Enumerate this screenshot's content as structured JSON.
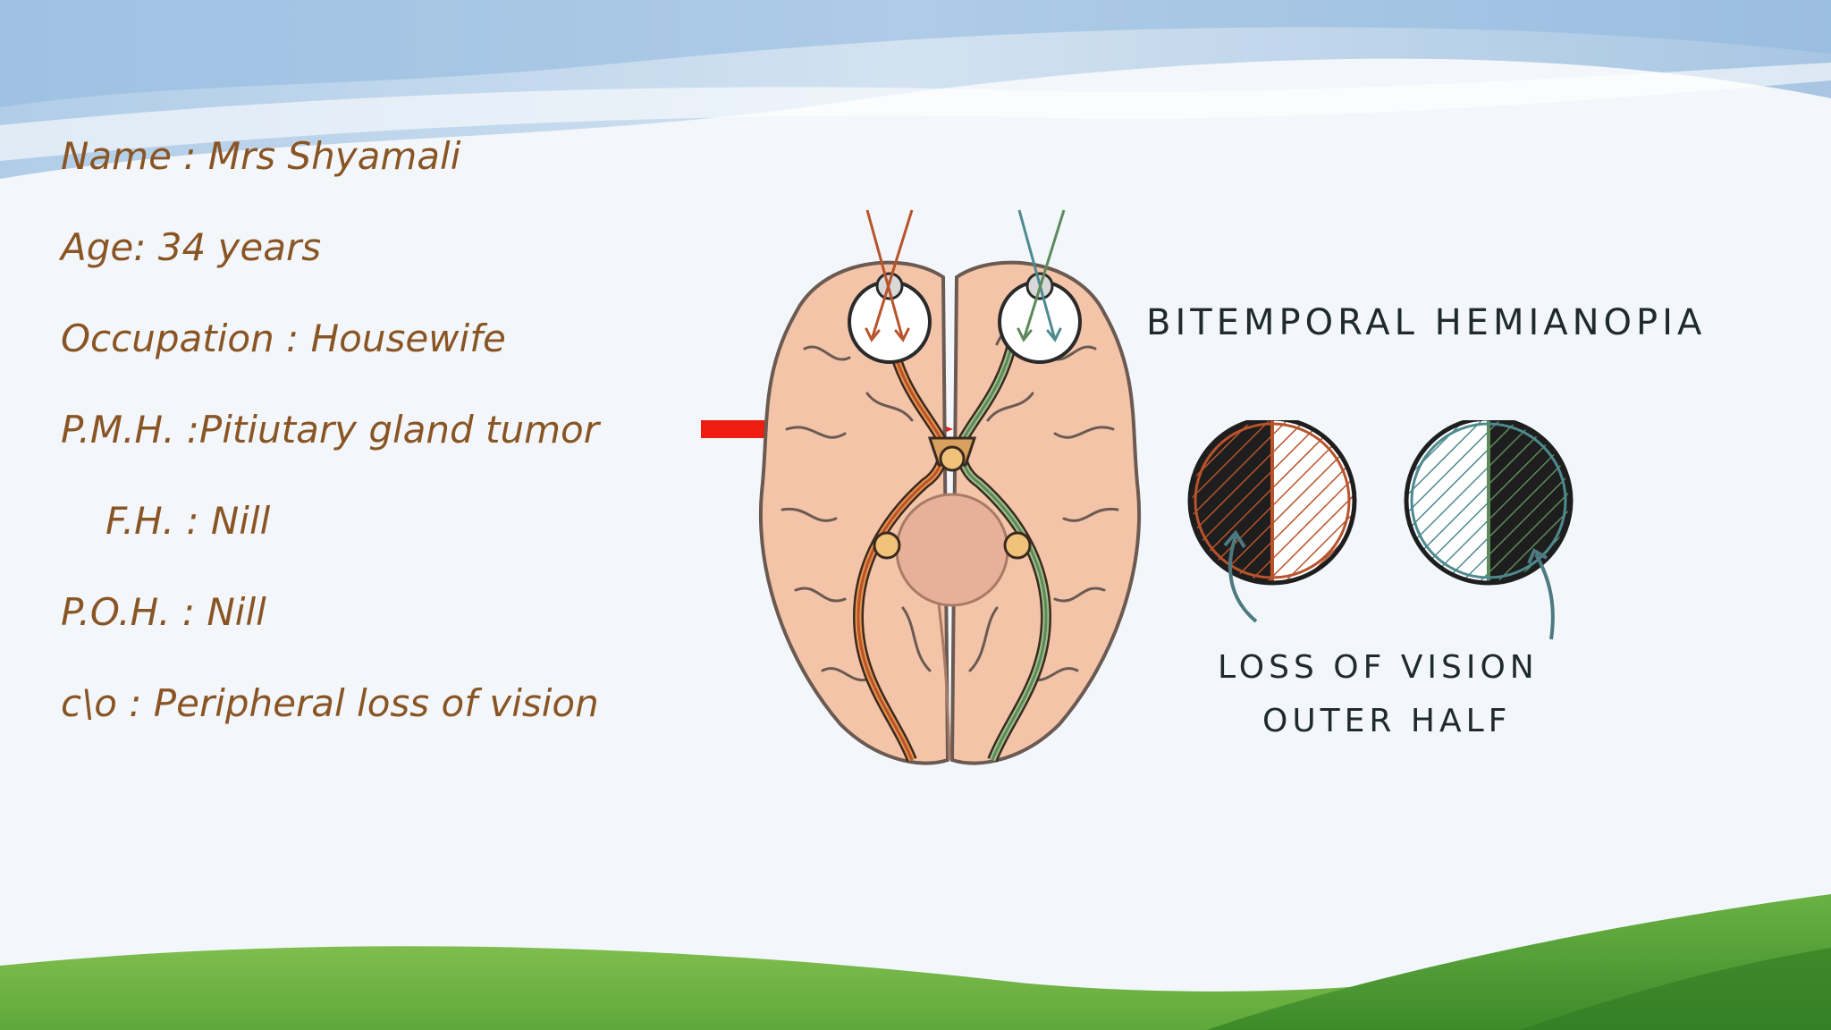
{
  "patient": {
    "name": "Name : Mrs Shyamali",
    "age": "Age: 34 years",
    "occupation": "Occupation : Housewife",
    "pmh": "P.M.H. :Pitiutary gland tumor",
    "fh": "F.H. : Nill",
    "poh": "P.O.H. : Nill",
    "co": "c\\o : Peripheral loss of vision"
  },
  "diagram": {
    "title": "BITEMPORAL HEMIANOPIA",
    "caption_line1": "LOSS OF VISION",
    "caption_line2": "OUTER HALF"
  },
  "colors": {
    "text": "#8a5524",
    "arrow": "#ee1d11",
    "brain": "#f3c4a8",
    "left_pathway": "#b8532c",
    "right_pathway": "#5d8a5a",
    "teal_ray": "#4d8a8f"
  }
}
